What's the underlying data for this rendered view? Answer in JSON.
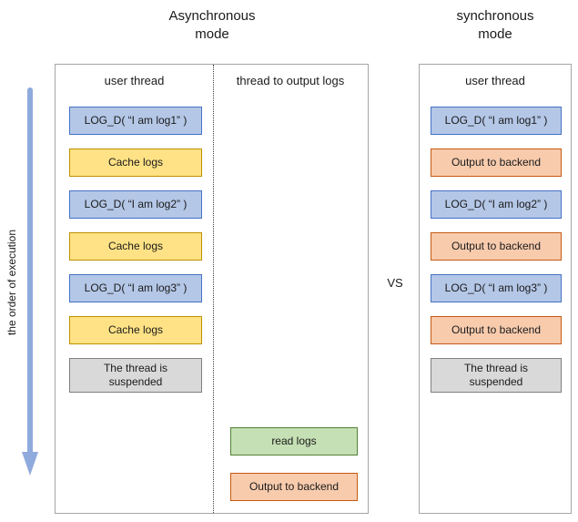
{
  "titles": {
    "async": "Asynchronous\nmode",
    "sync": "synchronous\nmode"
  },
  "vs_label": "VS",
  "order_label": "the order of execution",
  "async_panel": {
    "user_thread": {
      "header": "user thread",
      "steps": [
        {
          "label": "LOG_D( “I am log1” )",
          "kind": "log-call"
        },
        {
          "label": "Cache logs",
          "kind": "cache"
        },
        {
          "label": "LOG_D( “I am log2” )",
          "kind": "log-call"
        },
        {
          "label": "Cache logs",
          "kind": "cache"
        },
        {
          "label": "LOG_D( “I am log3” )",
          "kind": "log-call"
        },
        {
          "label": "Cache logs",
          "kind": "cache"
        },
        {
          "label": "The thread is\nsuspended",
          "kind": "suspended"
        }
      ]
    },
    "output_thread": {
      "header": "thread to output logs",
      "steps": [
        {
          "label": "read logs",
          "kind": "read"
        },
        {
          "label": "Output to backend",
          "kind": "output"
        }
      ]
    }
  },
  "sync_panel": {
    "user_thread": {
      "header": "user thread",
      "steps": [
        {
          "label": "LOG_D( “I am log1” )",
          "kind": "log-call"
        },
        {
          "label": "Output to backend",
          "kind": "output"
        },
        {
          "label": "LOG_D( “I am log2” )",
          "kind": "log-call"
        },
        {
          "label": "Output to backend",
          "kind": "output"
        },
        {
          "label": "LOG_D( “I am log3” )",
          "kind": "log-call"
        },
        {
          "label": "Output to backend",
          "kind": "output"
        },
        {
          "label": "The thread is\nsuspended",
          "kind": "suspended"
        }
      ]
    }
  },
  "colors": {
    "log_fill": "#B4C7E7",
    "log_border": "#4472C4",
    "cache_fill": "#FFE285",
    "cache_border": "#BF9000",
    "output_fill": "#F8CBAD",
    "output_border": "#C55A11",
    "read_fill": "#C5E0B4",
    "read_border": "#538135",
    "suspend_fill": "#D9D9D9",
    "suspend_border": "#7F7F7F",
    "arrow": "#8FAADC",
    "panel_border": "#A6A6A6"
  }
}
